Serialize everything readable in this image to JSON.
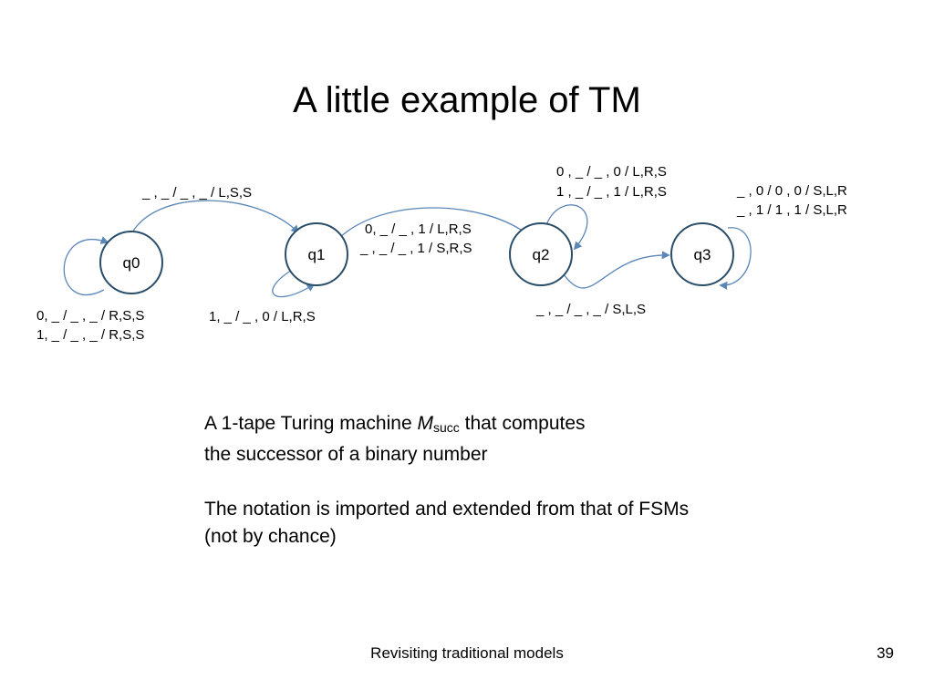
{
  "slide": {
    "title": "A little example of TM",
    "footer": "Revisiting traditional models",
    "page_number": "39"
  },
  "diagram": {
    "states": {
      "q0": "q0",
      "q1": "q1",
      "q2": "q2",
      "q3": "q3"
    },
    "transitions": {
      "q0_self": [
        "0, _ / _ , _ / R,S,S",
        "1, _ / _ , _ / R,S,S"
      ],
      "q0_q1": [
        "_ , _ / _ , _ / L,S,S"
      ],
      "q1_self": [
        "1, _ / _ , 0 / L,R,S"
      ],
      "q1_q2": [
        "0, _ / _ , 1 / L,R,S",
        "_ , _ / _ , 1 / S,R,S"
      ],
      "q2_self": [
        "0 , _ / _ , 0 / L,R,S",
        "1 , _ / _ , 1 / L,R,S"
      ],
      "q2_q3": [
        "_ , _ / _ , _ / S,L,S"
      ],
      "q3_self": [
        "_ , 0 / 0 , 0 / S,L,R",
        "_ , 1 / 1 , 1 / S,L,R"
      ]
    },
    "colors": {
      "state_stroke": "#2a4d69",
      "edge_stroke": "#5b86b8"
    }
  },
  "description": {
    "line1_pre": "A 1-tape Turing machine ",
    "machine_name": "M",
    "machine_sub": "succ",
    "line1_post": " that computes",
    "line2": "the successor of a binary number",
    "line3": "The notation is imported and extended from that of FSMs",
    "line4": "(not by chance)"
  }
}
